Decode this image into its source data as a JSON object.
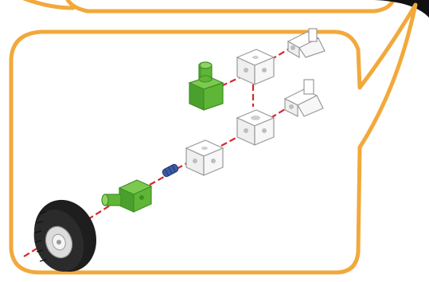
{
  "illustration": {
    "kind": "assembly-instruction",
    "frame": "speech-bubble",
    "colors": {
      "bubble_outline": "#f2a93b",
      "bubble_fill": "#ffffff",
      "connector_line": "#d6262f",
      "green_part": "#5fb536",
      "green_part_dark": "#3f8f25",
      "grey_block": "#f4f4f4",
      "grey_outline": "#9a9a9a",
      "tire": "#1e1e1e",
      "blue_pin": "#3b5aa8"
    },
    "parts": [
      {
        "name": "green-stud-adapter-top",
        "icon": "green-adapter"
      },
      {
        "name": "white-cube-connector-top",
        "icon": "white-cube"
      },
      {
        "name": "white-hinge-connector-top",
        "icon": "white-hinge"
      },
      {
        "name": "white-cube-connector-middle",
        "icon": "white-cube"
      },
      {
        "name": "white-hinge-connector-middle",
        "icon": "white-hinge"
      },
      {
        "name": "white-cube-connector-low",
        "icon": "white-cube"
      },
      {
        "name": "blue-axle-pin",
        "icon": "blue-pin"
      },
      {
        "name": "green-axle-adapter",
        "icon": "green-adapter"
      },
      {
        "name": "wheel-with-tire",
        "icon": "wheel"
      }
    ]
  }
}
